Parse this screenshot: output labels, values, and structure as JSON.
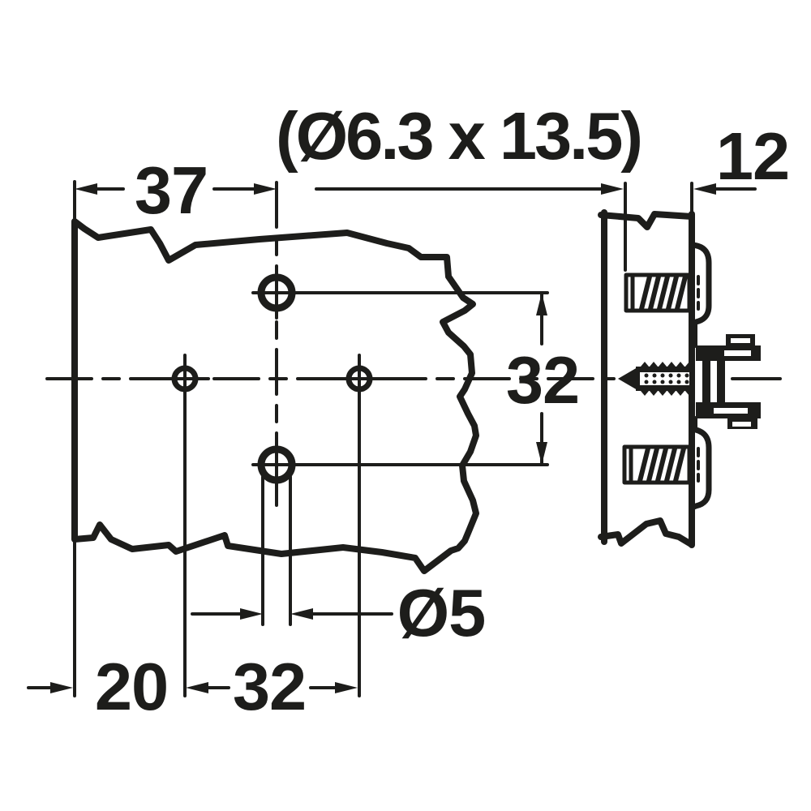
{
  "diagram": {
    "type": "dimensioned technical drawing",
    "subject": "Cross mounting plate: front view with drilling pattern and side section with pre-mounted screws in panel",
    "colors": {
      "line": "#1d1d1b",
      "background": "#ffffff"
    },
    "labels": {
      "screw_spec": "(Ø6.3 x 13.5)",
      "side_depth": "12",
      "edge_to_screw_line": "37",
      "vertical_hole_spacing": "32",
      "hole_diameter": "Ø5",
      "edge_to_first_hole": "20",
      "horizontal_hole_spacing": "32"
    }
  }
}
